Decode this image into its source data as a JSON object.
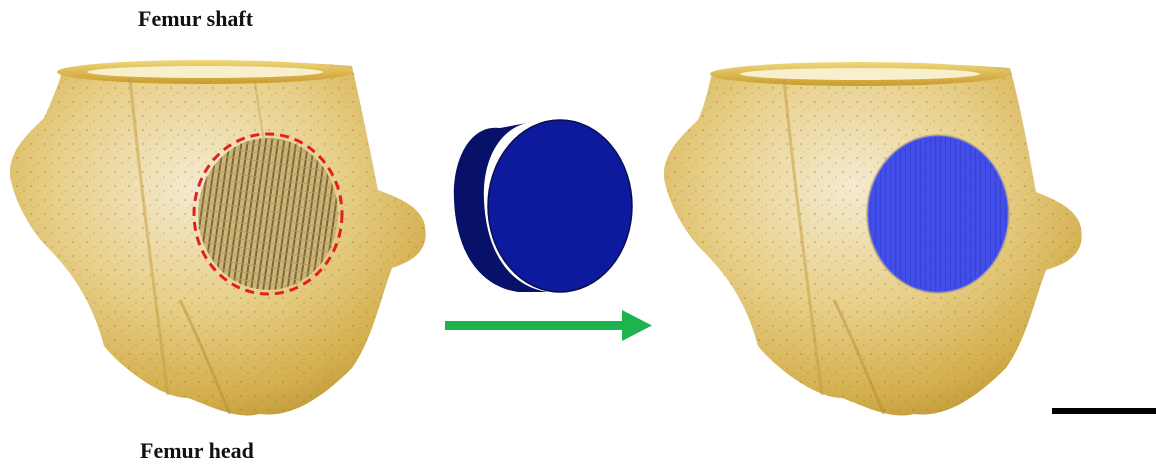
{
  "labels": {
    "top": "Femur shaft",
    "bottom": "Femur head"
  },
  "colors": {
    "bone_light": "#f1e4b8",
    "bone_mid": "#d9b85a",
    "bone_dark": "#a8822a",
    "defect_outline": "#e02020",
    "scaffold_front": "#0d1a9e",
    "scaffold_side": "#08116a",
    "implant_fill": "#2f3ee8",
    "arrow": "#1db34f",
    "scale_bar": "#000000"
  },
  "panels": [
    {
      "name": "bone-with-defect",
      "content": "bone with lattice-pattern defect circled by a red dashed outline"
    },
    {
      "name": "scaffold-cylinder",
      "content": "blue cylindrical scaffold"
    },
    {
      "name": "bone-with-implant",
      "content": "bone with blue scaffold implanted in the defect"
    }
  ],
  "icons": [
    "arrow-right-icon"
  ]
}
